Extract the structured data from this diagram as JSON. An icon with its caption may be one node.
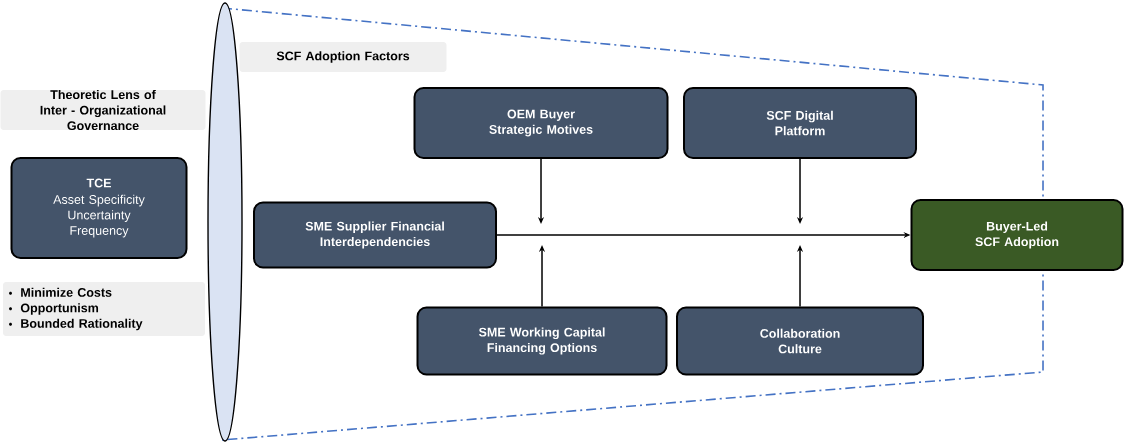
{
  "diagram": {
    "nodes": [
      {
        "text": [
          "Theoretic Lens of Inter - Organizational Governance"
        ]
      },
      {
        "text": [
          "TCE",
          "Asset Specificity Uncertainty Frequency"
        ]
      },
      {
        "text": [
          "Minimize Costs",
          "Opportunism",
          "Bounded Rationality"
        ]
      },
      {
        "text": [
          "SCF Adoption Factors"
        ]
      },
      {
        "text": [
          "OEM Buyer Strategic Motives"
        ]
      },
      {
        "text": [
          "SCF Digital Platform"
        ]
      },
      {
        "text": [
          "SME Supplier Financial Interdependencies"
        ]
      },
      {
        "text": [
          "Buyer-Led SCF Adoption"
        ]
      },
      {
        "text": [
          "SME Working Capital Financing Options"
        ]
      },
      {
        "text": [
          "Collaboration Culture"
        ]
      }
    ],
    "edges": [
      {
        "from": 6,
        "to": 7,
        "arrow": "to"
      },
      {
        "from": 4,
        "to": null,
        "arrow": "to"
      },
      {
        "from": 5,
        "to": null,
        "arrow": "to"
      },
      {
        "from": 8,
        "to": null,
        "arrow": "to"
      },
      {
        "from": 9,
        "to": null,
        "arrow": "to"
      }
    ]
  }
}
